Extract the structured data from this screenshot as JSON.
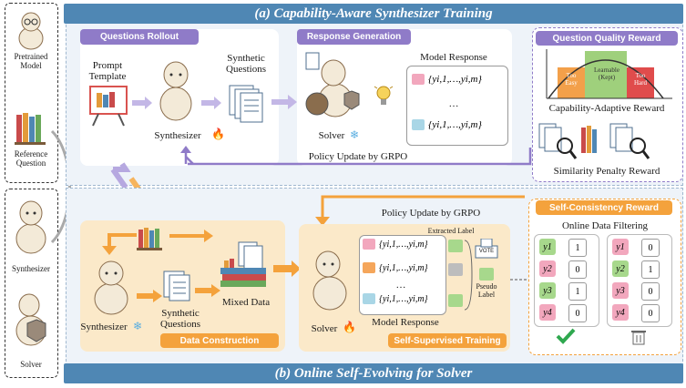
{
  "banner_a": "(a) Capability-Aware Synthesizer Training",
  "banner_b": "(b) Online Self-Evolving for Solver",
  "left": {
    "pretrained": "Pretrained Model",
    "reference": "Reference Question",
    "synthesizer": "Synthesizer",
    "solver": "Solver"
  },
  "a": {
    "questions_rollout": "Questions Rollout",
    "prompt_template": "Prompt Template",
    "synthesizer": "Synthesizer",
    "synthetic_questions": "Synthetic Questions",
    "response_generation": "Response Generation",
    "solver": "Solver",
    "model_response": "Model Response",
    "resp_formula": "{yi,1,…,yi,m}",
    "dots": "…",
    "policy_update": "Policy Update by GRPO",
    "qqr_title": "Question Quality Reward",
    "too_easy": "Too Easy",
    "learnable": "Learnable (Kept)",
    "too_hard": "Too Hard",
    "cap_adaptive": "Capability-Adaptive Reward",
    "sim_penalty": "Similarity Penalty Reward"
  },
  "b": {
    "policy_update": "Policy Update by GRPO",
    "synthesizer": "Synthesizer",
    "synthetic_questions": "Synthetic Questions",
    "mixed_data": "Mixed Data",
    "data_construction": "Data Construction",
    "extracted_label": "Extracted Label",
    "vote": "VOTE",
    "pseudo_label": "Pseudo Label",
    "solver": "Solver",
    "model_response": "Model Response",
    "self_supervised": "Self-Supervised Training",
    "scr_title": "Self-Consistency Reward",
    "online_filter": "Online Data Filtering",
    "resp_formula": "{yi,1,…,yi,m}",
    "dots": "…",
    "left_col": {
      "labels": [
        "y1",
        "y2",
        "y3",
        "y4"
      ],
      "values": [
        "1",
        "0",
        "1",
        "0"
      ]
    },
    "right_col": {
      "labels": [
        "y1",
        "y2",
        "y3",
        "y4"
      ],
      "values": [
        "0",
        "1",
        "0",
        "0"
      ]
    }
  },
  "colors": {
    "banner": "#4f87b4",
    "purple": "#8f7bc8",
    "orange": "#f4a23c",
    "green": "#8dc87a",
    "pink": "#ea8aa8",
    "blue": "#9ccfe0"
  }
}
